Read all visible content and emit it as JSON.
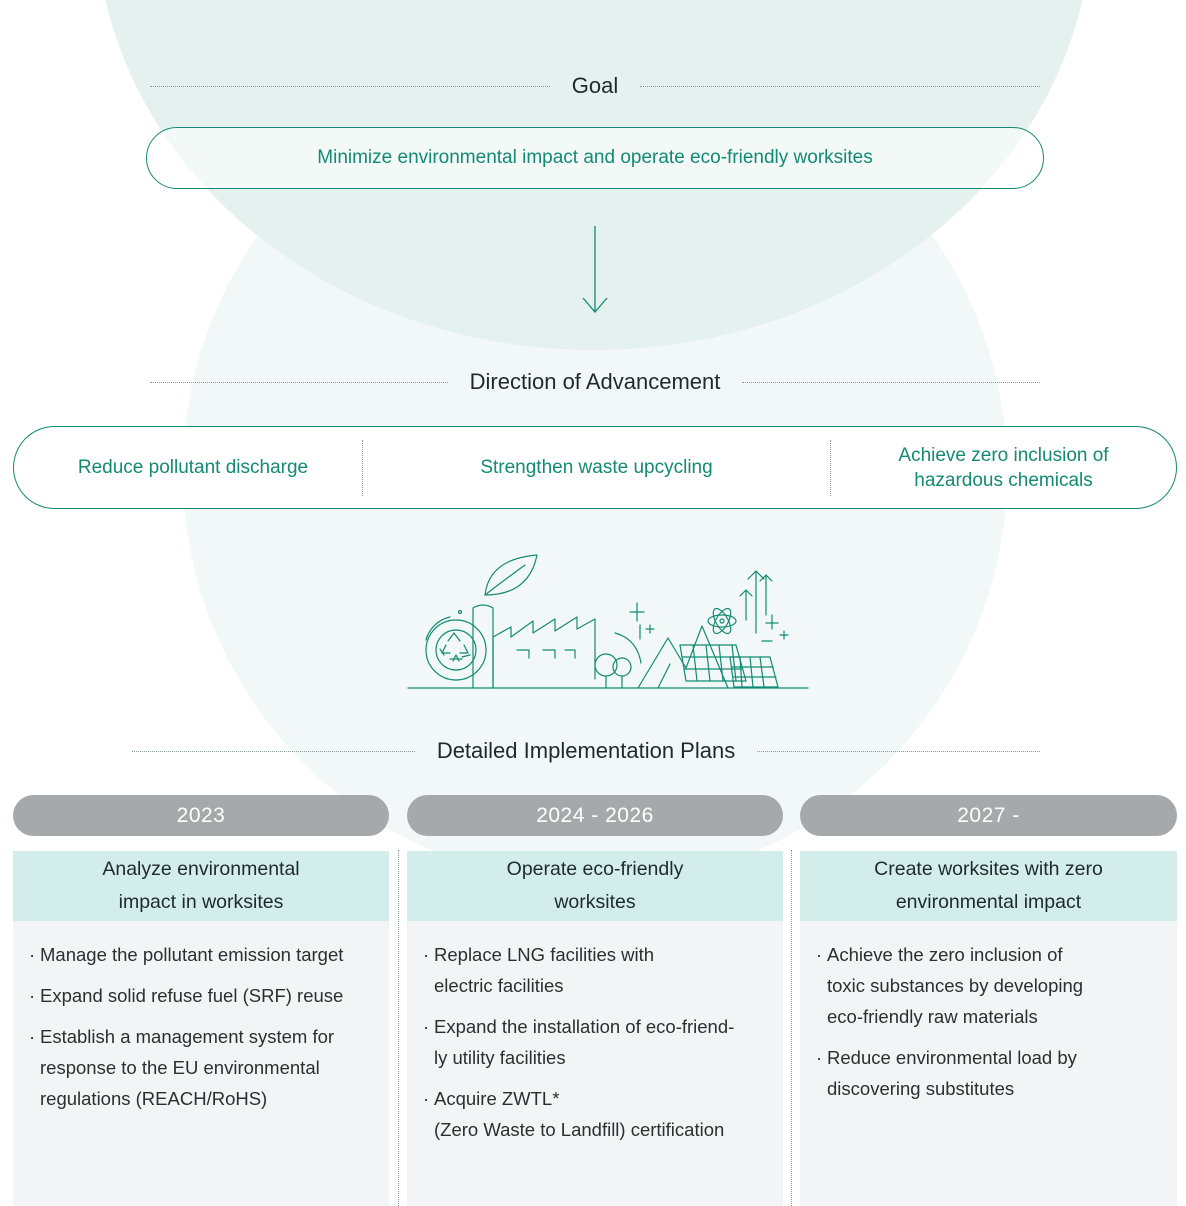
{
  "goal": {
    "heading": "Goal",
    "statement": "Minimize environmental impact and operate eco-friendly worksites"
  },
  "direction": {
    "heading": "Direction of Advancement",
    "items": [
      {
        "label": "Reduce pollutant discharge"
      },
      {
        "label": "Strengthen waste upcycling"
      },
      {
        "line1": "Achieve zero inclusion of",
        "line2": "hazardous chemicals"
      }
    ]
  },
  "plans": {
    "heading": "Detailed Implementation Plans",
    "columns": [
      {
        "period": "2023",
        "title_line1": "Analyze environmental",
        "title_line2": "impact in worksites",
        "bullets": [
          {
            "lines": [
              "Manage the pollutant emission target"
            ]
          },
          {
            "lines": [
              "Expand solid refuse fuel (SRF) reuse"
            ]
          },
          {
            "lines": [
              "Establish a management system for",
              "response to the EU environmental",
              "regulations (REACH/RoHS)"
            ]
          }
        ]
      },
      {
        "period": "2024 - 2026",
        "title_line1": "Operate eco-friendly",
        "title_line2": "worksites",
        "bullets": [
          {
            "lines": [
              "Replace LNG facilities with",
              "electric facilities"
            ]
          },
          {
            "lines": [
              "Expand the installation of eco-friend-",
              "ly utility facilities"
            ]
          },
          {
            "lines": [
              "Acquire ZWTL*",
              "(Zero Waste to Landfill) certification"
            ]
          }
        ]
      },
      {
        "period": "2027 -",
        "title_line1": "Create worksites with zero",
        "title_line2": "environmental impact",
        "bullets": [
          {
            "lines": [
              "Achieve the zero inclusion of",
              "toxic substances by developing",
              "eco-friendly raw materials"
            ]
          },
          {
            "lines": [
              "Reduce environmental load by",
              "discovering substitutes"
            ]
          }
        ]
      }
    ]
  },
  "colors": {
    "accent_green": "#138a73",
    "plan_title_bg": "#d3eeea",
    "plan_body_bg": "#f3f4f5",
    "year_pill_bg": "#a6a9ac",
    "background_tint": "#e4f1ee"
  },
  "icons": [
    "down-arrow-icon",
    "eco-factory-illustration",
    "recycle-icon",
    "leaf-icon",
    "atom-icon",
    "solar-panel-icon",
    "tree-icon",
    "upward-arrows-icon"
  ]
}
